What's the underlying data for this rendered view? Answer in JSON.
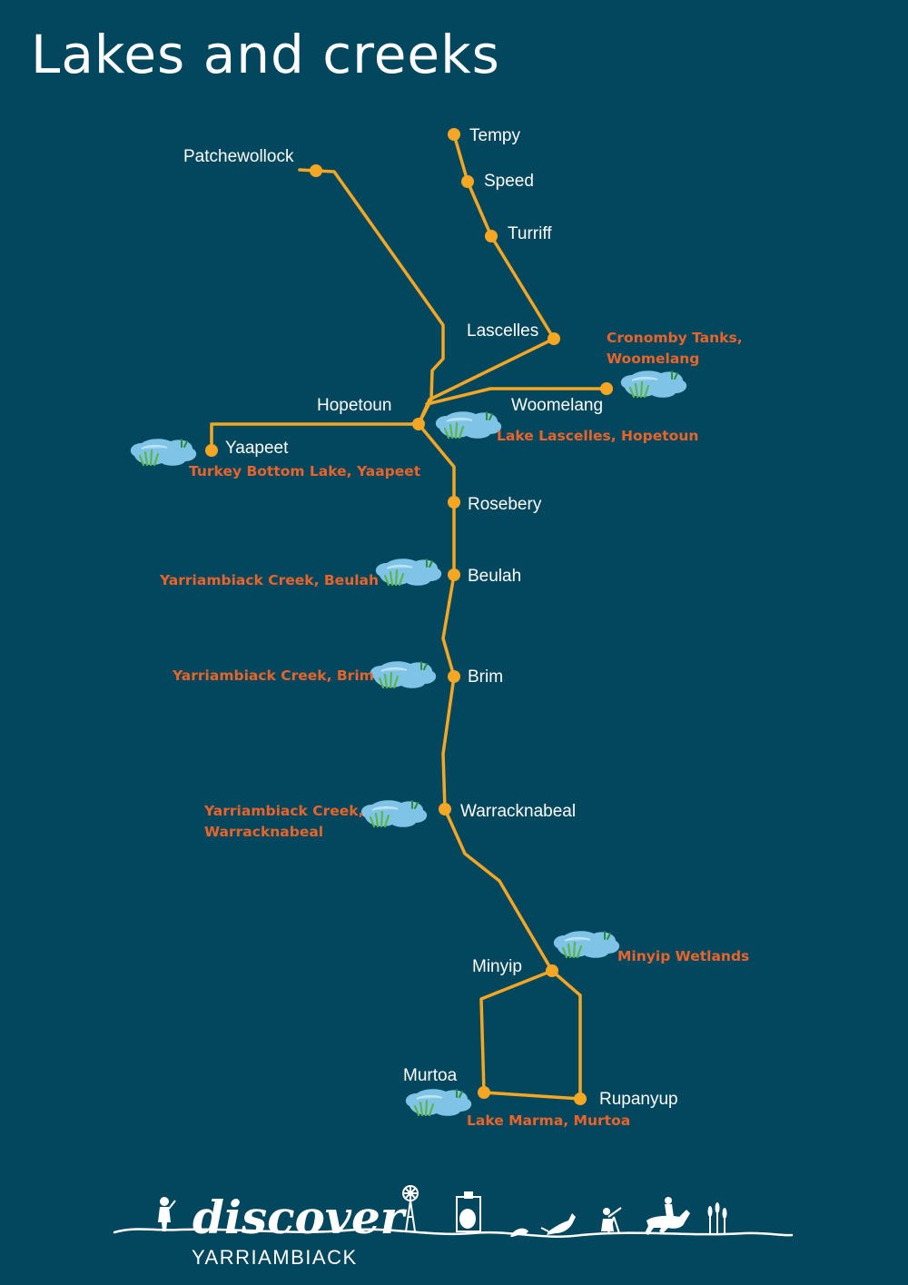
{
  "title": "Lakes and creeks",
  "towns": {
    "tempy": "Tempy",
    "speed": "Speed",
    "turriff": "Turriff",
    "patchewollock": "Patchewollock",
    "lascelles": "Lascelles",
    "woomelang": "Woomelang",
    "hopetoun": "Hopetoun",
    "yaapeet": "Yaapeet",
    "rosebery": "Rosebery",
    "beulah": "Beulah",
    "brim": "Brim",
    "warracknabeal": "Warracknabeal",
    "minyip": "Minyip",
    "murtoa": "Murtoa",
    "rupanyup": "Rupanyup"
  },
  "sites": {
    "cronomby_1": "Cronomby Tanks,",
    "cronomby_2": "Woomelang",
    "lake_lascelles": "Lake Lascelles, Hopetoun",
    "turkey_bottom": "Turkey Bottom Lake, Yaapeet",
    "yarri_beulah": "Yarriambiack Creek, Beulah",
    "yarri_brim": "Yarriambiack Creek, Brim",
    "yarri_warrack_1": "Yarriambiack Creek,",
    "yarri_warrack_2": "Warracknabeal",
    "minyip_wetlands": "Minyip Wetlands",
    "lake_marma": "Lake Marma, Murtoa"
  },
  "logo": {
    "word": "discover",
    "region": "YARRIAMBIACK"
  },
  "colors": {
    "background": "#02475e",
    "route": "#f5a623",
    "site_label": "#e8642a",
    "water": "#7fc4e6",
    "reeds": "#5db548"
  },
  "icons": [
    "water-icon",
    "reeds-icon",
    "windmill-icon",
    "silo-icon",
    "kangaroo-icon",
    "telescope-icon",
    "horse-rider-icon",
    "wheat-icon",
    "hiker-icon",
    "platypus-icon"
  ]
}
